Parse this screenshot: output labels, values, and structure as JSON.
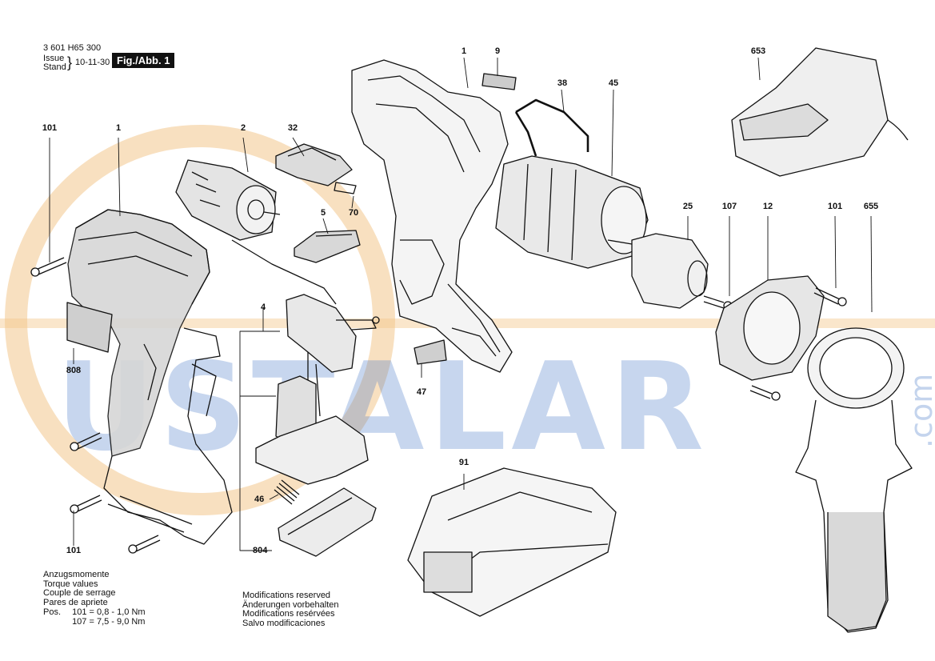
{
  "header": {
    "part_number": "3 601 H65 300",
    "issue_label": "Issue",
    "stand_label": "Stand",
    "issue_date": "10-11-30",
    "figure_label": "Fig./Abb. 1"
  },
  "watermark": {
    "text": "USTALAR",
    "suffix": ".com",
    "letter_color": "#4678c8",
    "ring_color": "#f2c488"
  },
  "callouts": [
    {
      "id": "101"
    },
    {
      "id": "1"
    },
    {
      "id": "2"
    },
    {
      "id": "32"
    },
    {
      "id": "5"
    },
    {
      "id": "70"
    },
    {
      "id": "1"
    },
    {
      "id": "9"
    },
    {
      "id": "38"
    },
    {
      "id": "45"
    },
    {
      "id": "653"
    },
    {
      "id": "25"
    },
    {
      "id": "107"
    },
    {
      "id": "12"
    },
    {
      "id": "101"
    },
    {
      "id": "655"
    },
    {
      "id": "808"
    },
    {
      "id": "4"
    },
    {
      "id": "47"
    },
    {
      "id": "91"
    },
    {
      "id": "46"
    },
    {
      "id": "804"
    },
    {
      "id": "101"
    }
  ],
  "torque_notes": {
    "lines": [
      "Anzugsmomente",
      "Torque values",
      "Couple de serrage",
      "Pares de apriete"
    ],
    "pos_label": "Pos.",
    "values": [
      "101 =  0,8 - 1,0 Nm",
      "107 =  7,5 - 9,0 Nm"
    ]
  },
  "modification_notes": {
    "lines": [
      "Modifications reserved",
      "Änderungen vorbehalten",
      "Modifications resérvées",
      "Salvo modificaciones"
    ]
  }
}
